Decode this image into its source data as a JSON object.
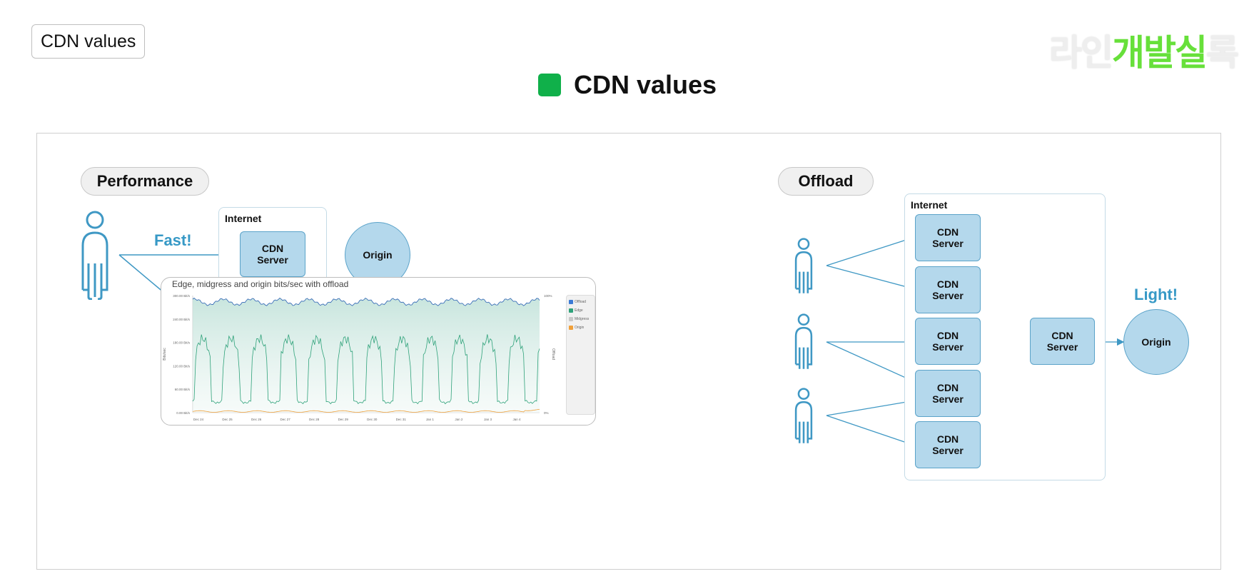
{
  "header": {
    "chip_label": "CDN values",
    "title": "CDN values",
    "title_square_color": "#10b04a",
    "logo": {
      "part1": "라인",
      "part2": "개발실",
      "part3": "록"
    }
  },
  "performance": {
    "label": "Performance",
    "fast_label": "Fast!",
    "internet_label": "Internet",
    "cdn_label": "CDN\nServer",
    "origin_label": "Origin"
  },
  "offload": {
    "label": "Offload",
    "internet_label": "Internet",
    "edge_servers": [
      "CDN\nServer",
      "CDN\nServer",
      "CDN\nServer",
      "CDN\nServer",
      "CDN\nServer"
    ],
    "mid_server": "CDN\nServer",
    "origin_label": "Origin",
    "light_label": "Light!"
  },
  "chart_data": {
    "type": "area",
    "title": "Edge, midgress and origin bits/sec with offload",
    "ylabel": "Bits/sec",
    "y2label": "Offload",
    "y_ticks": [
      "0.00 Bit/s",
      "60.00 Bit/s",
      "120.00 Bit/s",
      "180.00 Bit/s",
      "240.00 Bit/s",
      "300.00 Bit/s"
    ],
    "y2_ticks": [
      "0%",
      "100%"
    ],
    "x_ticks": [
      "Dec 24",
      "Dec 25",
      "Dec 26",
      "Dec 27",
      "Dec 28",
      "Dec 29",
      "Dec 30",
      "Dec 31",
      "Jan 1",
      "Jan 2",
      "Jan 3",
      "Jan 4"
    ],
    "ylim": [
      0,
      300
    ],
    "legend": [
      {
        "name": "Offload",
        "color": "#3b7bd6"
      },
      {
        "name": "Edge",
        "color": "#2fa27a"
      },
      {
        "name": "Midgress",
        "color": "#c8c8c8"
      },
      {
        "name": "Origin",
        "color": "#f0a03a"
      }
    ],
    "series": [
      {
        "name": "Offload",
        "pattern": "near-constant",
        "approx_percent": [
          95,
          100
        ]
      },
      {
        "name": "Edge",
        "pattern": "daily-cycle",
        "approx_range": [
          20,
          200
        ]
      },
      {
        "name": "Origin",
        "pattern": "near-zero",
        "approx_range": [
          0,
          10
        ]
      }
    ]
  }
}
